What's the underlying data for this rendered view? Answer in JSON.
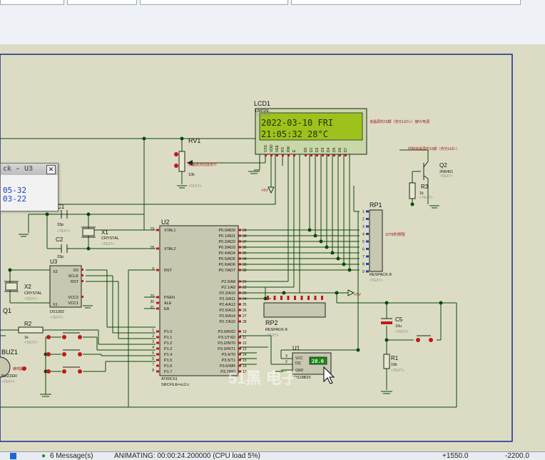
{
  "window": {
    "status_message_count": "6 Message(s)",
    "status_animation": "ANIMATING: 00:00:24.200000 (CPU load 5%)",
    "status_coord_x": "+1550.0",
    "status_coord_y": "-2200.0"
  },
  "popup": {
    "title": "ck - U3",
    "lines": [
      "05-32",
      "03-22"
    ]
  },
  "lcd": {
    "ref": "LCD1",
    "model": "LM016L",
    "line1": "2022-03-10 FRI",
    "line2": " 21:05:32  28°C",
    "text_tag": "<TEXT>",
    "pins": [
      "VSS",
      "VDD",
      "VEE",
      "RS",
      "RW",
      "E",
      "D0",
      "D1",
      "D2",
      "D3",
      "D4",
      "D5",
      "D6",
      "D7"
    ],
    "note_left": "液晶屏的15脚（背光LEC+）接5V电源",
    "note_right": "控制液晶屏的16脚（背光LED-）"
  },
  "components": {
    "rv1": {
      "ref": "RV1",
      "value": "10k",
      "note": "液晶屏对比度调节"
    },
    "q2": {
      "ref": "Q2",
      "value": "2N5401"
    },
    "r3": {
      "ref": "R3",
      "value": "1k"
    },
    "c1": {
      "ref": "C1",
      "value": "33p"
    },
    "c2": {
      "ref": "C2",
      "value": "33p"
    },
    "x1": {
      "ref": "X1",
      "value": "CRYSTAL"
    },
    "x2": {
      "ref": "X2",
      "value": "CRYSTAL"
    },
    "u3": {
      "ref": "U3",
      "value": "DS1302",
      "pins_left": [
        "X2",
        "X1"
      ],
      "pins_right": [
        "I/O",
        "SCLK",
        "RST",
        "VCC2",
        "VCC1"
      ]
    },
    "q1": {
      "ref": "Q1"
    },
    "r2": {
      "ref": "R2",
      "value": "1k"
    },
    "buz1": {
      "ref": "BUZ1",
      "value": "BUZZER",
      "note": "蜂鸣器"
    },
    "u2": {
      "ref": "U2",
      "value": "AT89C51",
      "src": "SRCFILE=cc2.c",
      "pins_left": [
        "XTAL1",
        "XTAL2",
        "RST",
        "PSEN",
        "ALE",
        "EA",
        "P1.0",
        "P1.1",
        "P1.2",
        "P1.3",
        "P1.4",
        "P1.5",
        "P1.6",
        "P1.7"
      ],
      "pins_right": [
        "P0.0/AD0",
        "P0.1/AD1",
        "P0.2/AD2",
        "P0.3/AD3",
        "P0.4/AD4",
        "P0.5/AD5",
        "P0.6/AD6",
        "P0.7/AD7",
        "P2.0/A8",
        "P2.1/A9",
        "P2.2/A10",
        "P2.3/A11",
        "P2.4/A12",
        "P2.5/A13",
        "P2.6/A14",
        "P2.7/A15",
        "P3.0/RXD",
        "P3.1/TXD",
        "P3.2/INT0",
        "P3.3/INT1",
        "P3.4/T0",
        "P3.5/T1",
        "P3.6/WR",
        "P3.7/RD"
      ],
      "pin_nums_left": [
        "19",
        "18",
        "9",
        "29",
        "30",
        "31",
        "1",
        "2",
        "3",
        "4",
        "5",
        "6",
        "7",
        "8"
      ],
      "pin_nums_right": [
        "39",
        "38",
        "37",
        "36",
        "35",
        "34",
        "33",
        "32",
        "21",
        "22",
        "23",
        "24",
        "25",
        "26",
        "27",
        "28",
        "10",
        "11",
        "12",
        "13",
        "14",
        "15",
        "16",
        "17"
      ]
    },
    "rp1": {
      "ref": "RP1",
      "value": "RESPACK-8",
      "note": "10*8的排阻"
    },
    "rp2": {
      "ref": "RP2",
      "value": "RESPACK-8"
    },
    "c5": {
      "ref": "C5",
      "value": "10u"
    },
    "r1": {
      "ref": "R1",
      "value": "10k"
    },
    "u1": {
      "ref": "U1",
      "value": "DS18B20",
      "display": "28.0",
      "pins": [
        "VCC",
        "DQ",
        "GND"
      ]
    },
    "vcc_label": "+5V",
    "text_tag": "<TEXT>",
    "watermark": "51黑 电子"
  }
}
